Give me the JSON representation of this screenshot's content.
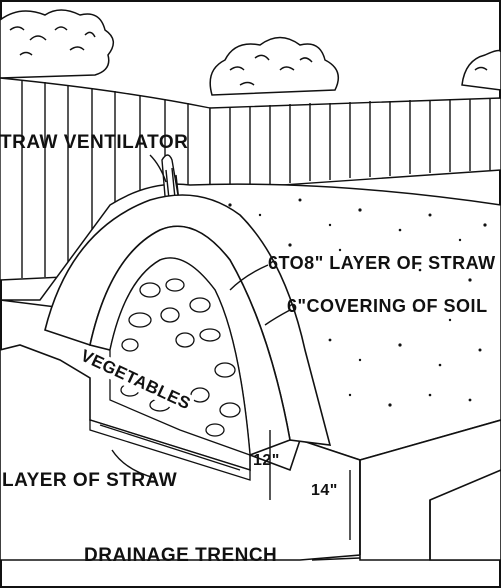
{
  "labels": {
    "straw_ventilator": "TRAW VENTILATOR",
    "straw_layer_top": "6TO8\" LAYER OF STRAW",
    "soil_covering": "6\"COVERING OF SOIL",
    "vegetables": "VEGETABLES",
    "straw_layer_bottom": "LAYER OF STRAW",
    "depth_12": "12\"",
    "depth_14": "14\"",
    "drainage_trench": "DRAINAGE TRENCH"
  },
  "colors": {
    "ink": "#111111",
    "paper": "#ffffff"
  }
}
